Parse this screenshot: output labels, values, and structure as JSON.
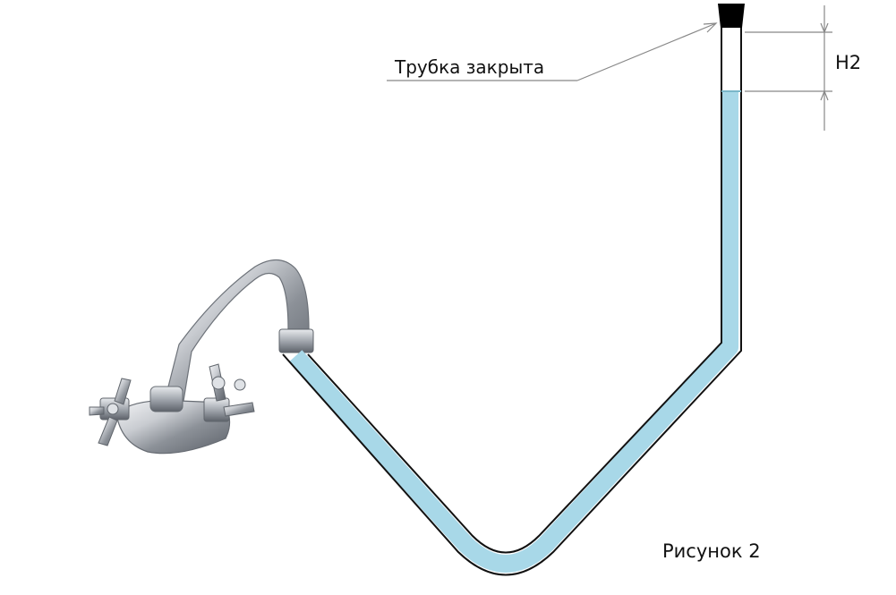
{
  "labels": {
    "tube_closed": "Трубка закрыта",
    "height": "H2",
    "figure": "Рисунок 2"
  },
  "colors": {
    "water": "#a8d8e8",
    "tube_outline": "#111111",
    "dimension_lines": "#888888",
    "plug": "#000000",
    "faucet_chrome": "#b8bcc2"
  },
  "icons": {
    "faucet": "faucet-icon",
    "plug": "plug-icon"
  }
}
